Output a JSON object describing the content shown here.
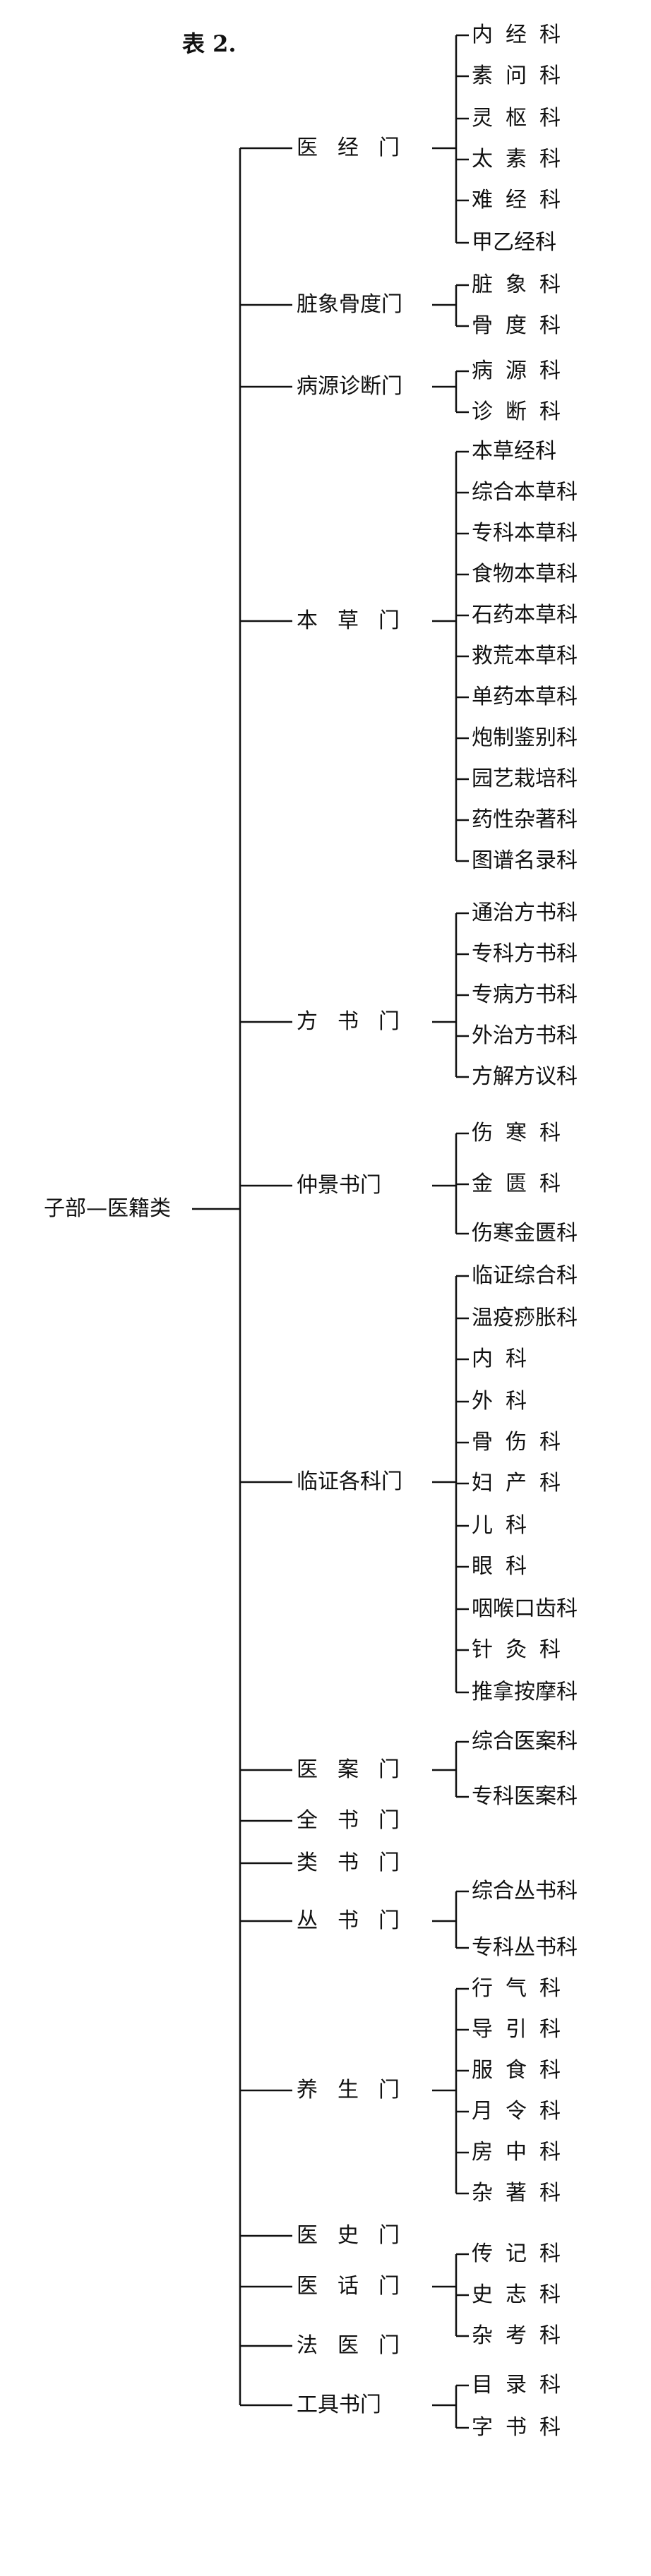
{
  "title": "表 2.",
  "root": "子部—医籍类",
  "categories": [
    {
      "label": "医经门",
      "items": [
        "内经科",
        "素问科",
        "灵枢科",
        "太素科",
        "难经科",
        "甲乙经科"
      ]
    },
    {
      "label": "脏象骨度门",
      "items": [
        "脏象科",
        "骨度科"
      ]
    },
    {
      "label": "病源诊断门",
      "items": [
        "病源科",
        "诊断科"
      ]
    },
    {
      "label": "本草门",
      "items": [
        "本草经科",
        "综合本草科",
        "专科本草科",
        "食物本草科",
        "石药本草科",
        "救荒本草科",
        "单药本草科",
        "炮制鉴别科",
        "园艺栽培科",
        "药性杂著科",
        "图谱名录科"
      ]
    },
    {
      "label": "方书门",
      "items": [
        "通治方书科",
        "专科方书科",
        "专病方书科",
        "外治方书科",
        "方解方议科"
      ]
    },
    {
      "label": "仲景书门",
      "items": [
        "伤寒科",
        "金匮科",
        "伤寒金匮科"
      ]
    },
    {
      "label": "临证各科门",
      "items": [
        "临证综合科",
        "温疫痧胀科",
        "内科",
        "外科",
        "骨伤科",
        "妇产科",
        "儿科",
        "眼科",
        "咽喉口齿科",
        "针灸科",
        "推拿按摩科"
      ]
    },
    {
      "label": "医案门",
      "items": [
        "综合医案科",
        "专科医案科"
      ]
    },
    {
      "label": "全书门",
      "items": []
    },
    {
      "label": "类书门",
      "items": []
    },
    {
      "label": "丛书门",
      "items": [
        "综合丛书科",
        "专科丛书科"
      ]
    },
    {
      "label": "养生门",
      "items": [
        "行气科",
        "导引科",
        "服食科",
        "月令科",
        "房中科",
        "杂著科"
      ]
    },
    {
      "label": "医史门",
      "items": []
    },
    {
      "label": "医话门",
      "items": [
        "传记科",
        "史志科",
        "杂考科"
      ]
    },
    {
      "label": "法医门",
      "items": []
    },
    {
      "label": "工具书门",
      "items": [
        "目录科",
        "字书科"
      ]
    }
  ]
}
